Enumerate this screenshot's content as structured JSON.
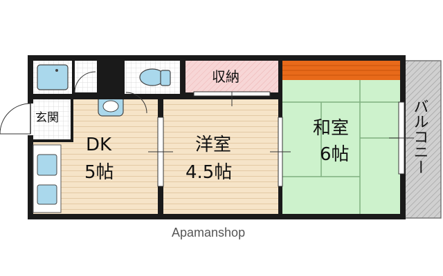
{
  "rooms": {
    "genkan": {
      "label": "玄関"
    },
    "dk": {
      "label": "DK",
      "size": "5帖"
    },
    "yoshitsu": {
      "label": "洋室",
      "size": "4.5帖"
    },
    "washitsu": {
      "label": "和室",
      "size": "6帖"
    },
    "shuno": {
      "label": "収納"
    },
    "balcony": {
      "label": "バルコニー"
    }
  },
  "watermark": "Apamanshop",
  "colors": {
    "wall": "#1a1a1a",
    "wood_floor": "#f6e4c8",
    "wood_line": "#e3c9a4",
    "tatami": "#cdf2cc",
    "tatami_line": "#7fb07f",
    "storage": "#f7d6d6",
    "tokonoma": "#e86a1a",
    "wet_area": "#ffffff",
    "fixture": "#aad8ec",
    "balcony": "#d0d0d0"
  }
}
